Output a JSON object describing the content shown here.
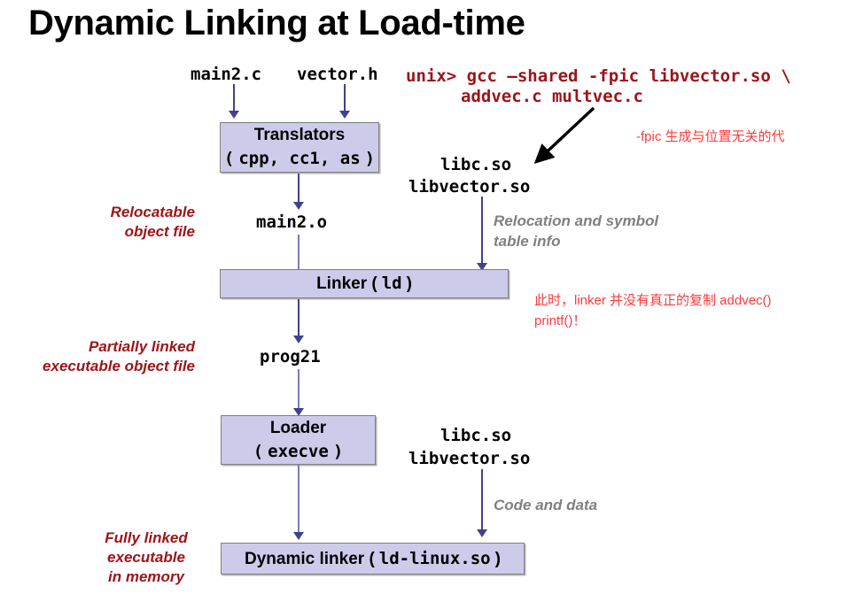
{
  "title": "Dynamic Linking at Load-time",
  "sources": {
    "main_c": "main2.c",
    "header_h": "vector.h"
  },
  "command": {
    "line1": "unix> gcc –shared -fpic libvector.so \\",
    "line2": "addvec.c multvec.c"
  },
  "boxes": {
    "translators": {
      "line1": "Translators",
      "line2_open": "(",
      "line2_mono": "cpp, cc1, as",
      "line2_close": ")"
    },
    "linker": {
      "label": "Linker (",
      "mono": "ld",
      "close": ")"
    },
    "loader": {
      "line1": "Loader",
      "line2_open": "(",
      "line2_mono": "execve",
      "line2_close": ")"
    },
    "dynamic_linker": {
      "label": "Dynamic linker (",
      "mono": "ld-linux.so",
      "close": ")"
    }
  },
  "artifacts": {
    "main_o": "main2.o",
    "prog21": "prog21",
    "libs_top_line1": "libc.so",
    "libs_top_line2": "libvector.so",
    "libs_bottom_line1": "libc.so",
    "libs_bottom_line2": "libvector.so"
  },
  "stage_labels": {
    "relocatable": "Relocatable\nobject file",
    "partially_linked": "Partially linked\nexecutable object file",
    "fully_linked": "Fully linked\nexecutable\nin memory"
  },
  "edge_labels": {
    "relocation": "Relocation and symbol\ntable info",
    "code_and_data": "Code and data"
  },
  "chinese_notes": {
    "fpic": "-fpic 生成与位置无关的代",
    "linker_note_line1": "此时，linker 并没有真正的复制 addvec()",
    "linker_note_line2": "printf()！"
  },
  "colors": {
    "box_fill": "#ccccea",
    "box_border": "#7f7f7f",
    "arrow": "#41418c",
    "command_red": "#9e1318",
    "label_red": "#9e1318",
    "note_red": "#fa3c3c",
    "gray_italic": "#808080"
  }
}
